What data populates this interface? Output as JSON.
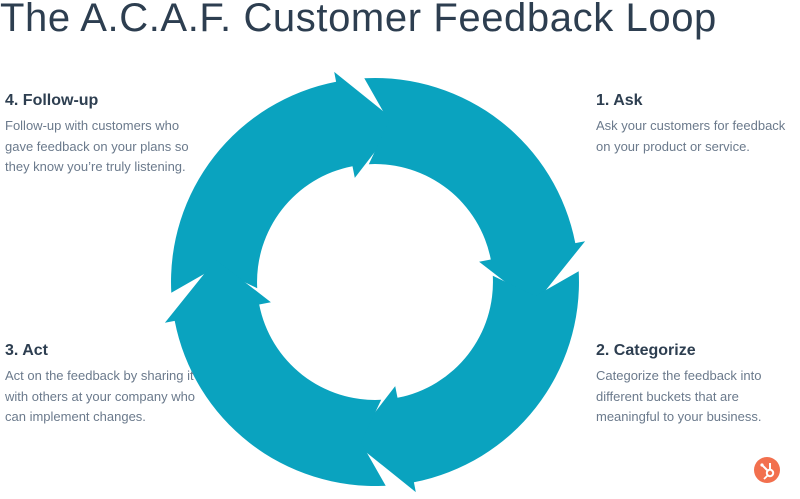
{
  "title": "The A.C.A.F. Customer Feedback Loop",
  "colors": {
    "arrow": "#0aa3bf",
    "logo": "#f2704e"
  },
  "steps": {
    "ask": {
      "heading": "1. Ask",
      "body": "Ask your customers for feedback on your product or service."
    },
    "categorize": {
      "heading": "2. Categorize",
      "body": "Categorize the feedback into different buckets that are meaningful to your business."
    },
    "act": {
      "heading": "3. Act",
      "body": "Act on the feedback by sharing it with others at your company who can implement changes."
    },
    "follow_up": {
      "heading": "4. Follow-up",
      "body": "Follow-up with customers who gave feedback on your plans so they know you’re truly listening."
    }
  },
  "logo": {
    "name": "hubspot-logo-icon"
  }
}
